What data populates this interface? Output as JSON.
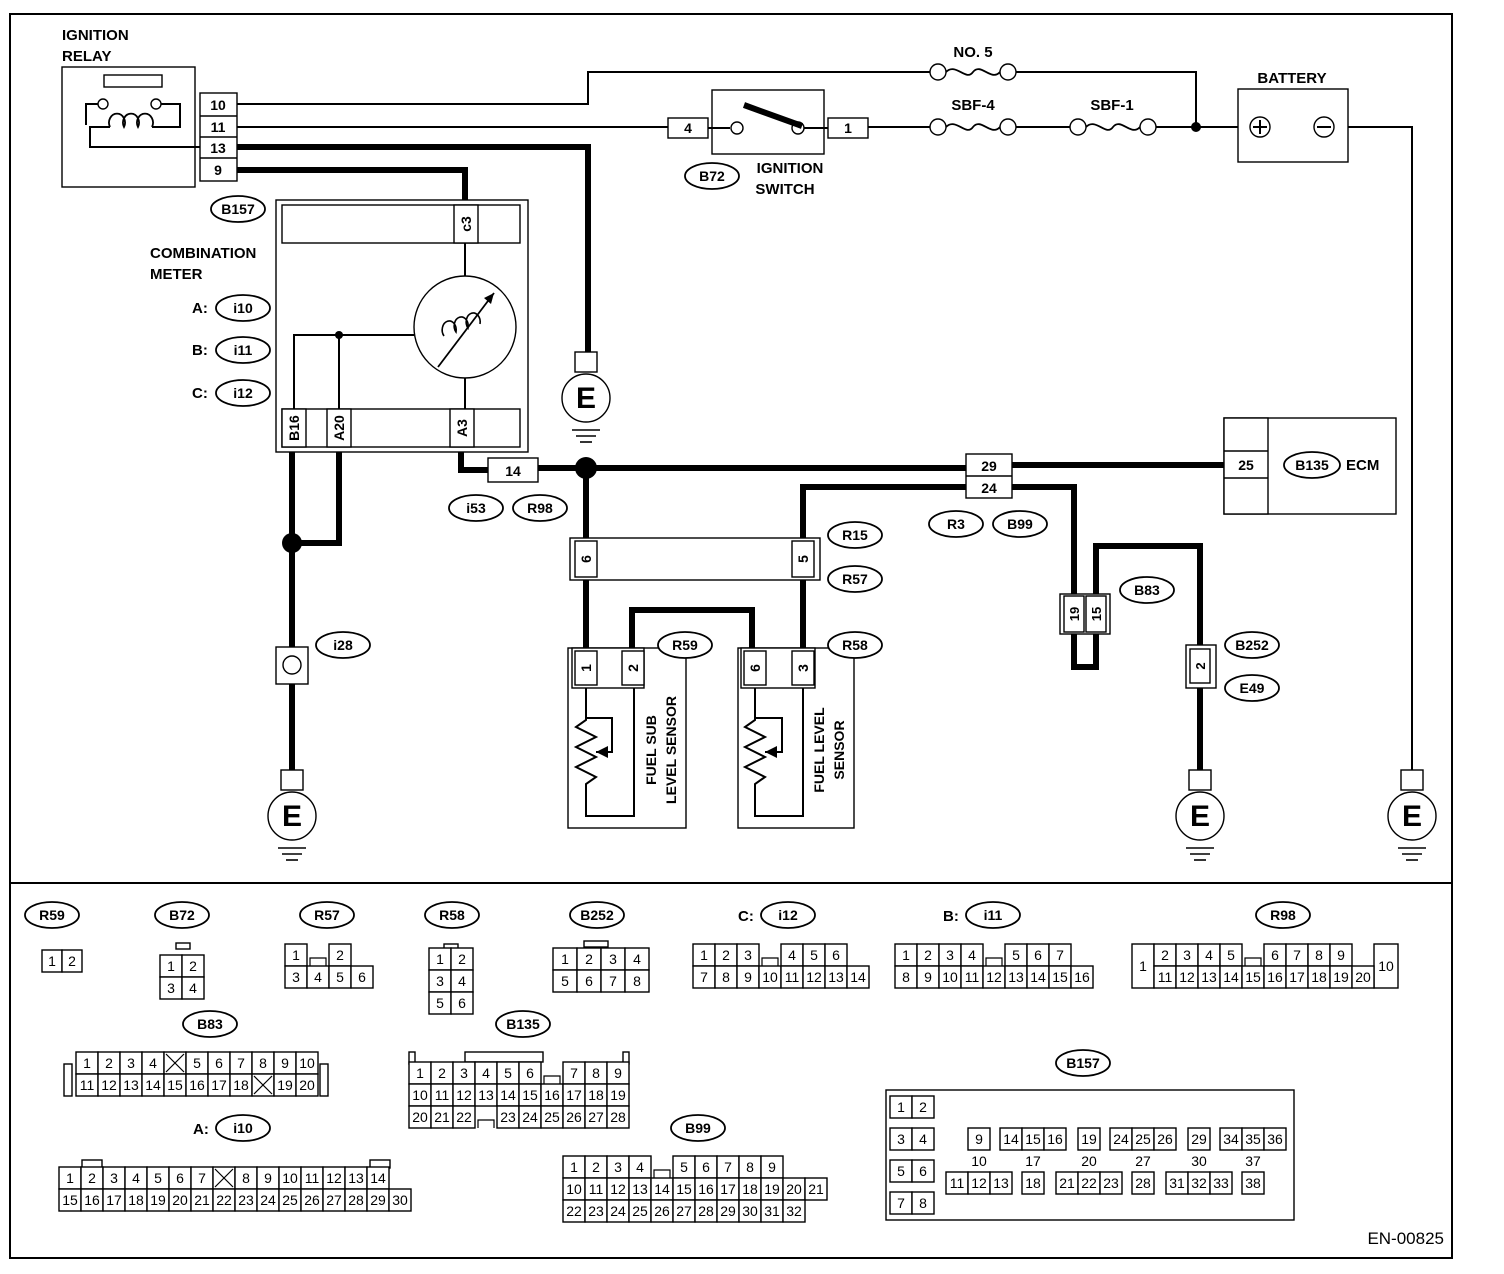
{
  "diagram": {
    "components": {
      "ignition_relay": {
        "line1": "IGNITION",
        "line2": "RELAY",
        "pins": [
          "10",
          "11",
          "13",
          "9"
        ]
      },
      "fuse_no5": "NO. 5",
      "fuse_sbf4": "SBF-4",
      "fuse_sbf1": "SBF-1",
      "battery": "BATTERY",
      "ignition_switch": {
        "line1": "IGNITION",
        "line2": "SWITCH",
        "pin_in": "4",
        "pin_out": "1",
        "connector": "B72"
      },
      "combination_meter": {
        "line1": "COMBINATION",
        "line2": "METER",
        "conn_a": {
          "prefix": "A:",
          "id": "i10"
        },
        "conn_b": {
          "prefix": "B:",
          "id": "i11"
        },
        "conn_c": {
          "prefix": "C:",
          "id": "i12"
        },
        "pins": [
          "c3",
          "B16",
          "A20",
          "A3"
        ]
      },
      "ecm": {
        "label": "ECM",
        "connector": "B135",
        "pin": "25"
      },
      "fuel_sub_level_sensor": {
        "line1": "FUEL SUB",
        "line2": "LEVEL SENSOR",
        "pins": [
          "1",
          "2"
        ],
        "connector": "R59"
      },
      "fuel_level_sensor": {
        "line1": "FUEL LEVEL",
        "line2": "SENSOR",
        "pins": [
          "6",
          "3"
        ],
        "connector": "R58"
      },
      "ground_symbol": "E"
    },
    "connectors": {
      "B157": "B157",
      "i53": "i53",
      "R98": "R98",
      "R98_pin": "14",
      "R3": "R3",
      "B99": "B99",
      "R3_pins": [
        "29",
        "24"
      ],
      "R15": "R15",
      "R57": "R57",
      "R15_pins": [
        "6",
        "5"
      ],
      "B83": "B83",
      "B83_pins": [
        "19",
        "15"
      ],
      "i28": "i28",
      "B252": "B252",
      "E49": "E49",
      "B252_pin": "2"
    },
    "document_code": "EN-00825"
  },
  "connector_faces": {
    "R59": {
      "title": "R59",
      "rows": [
        [
          "1",
          "2"
        ]
      ]
    },
    "B72": {
      "title": "B72",
      "rows": [
        [
          "1",
          "2"
        ],
        [
          "3",
          "4"
        ]
      ]
    },
    "R57": {
      "title": "R57",
      "rows": [
        [
          "1",
          "",
          "2"
        ],
        [
          "3",
          "4",
          "5",
          "6"
        ]
      ]
    },
    "R58": {
      "title": "R58",
      "rows": [
        [
          "1",
          "2"
        ],
        [
          "3",
          "4"
        ],
        [
          "5",
          "6"
        ]
      ]
    },
    "B252": {
      "title": "B252",
      "rows": [
        [
          "1",
          "2",
          "3",
          "4"
        ],
        [
          "5",
          "6",
          "7",
          "8"
        ]
      ]
    },
    "i12": {
      "prefix": "C:",
      "title": "i12",
      "rows": [
        [
          "1",
          "2",
          "3",
          "",
          "4",
          "5",
          "6"
        ],
        [
          "7",
          "8",
          "9",
          "10",
          "11",
          "12",
          "13",
          "14"
        ]
      ]
    },
    "i11": {
      "prefix": "B:",
      "title": "i11",
      "rows": [
        [
          "1",
          "2",
          "3",
          "4",
          "",
          "5",
          "6",
          "7"
        ],
        [
          "8",
          "9",
          "10",
          "11",
          "12",
          "13",
          "14",
          "15",
          "16"
        ]
      ]
    },
    "R98": {
      "title": "R98",
      "side_left": "1",
      "side_right": "10",
      "rows": [
        [
          "2",
          "3",
          "4",
          "5",
          "",
          "6",
          "7",
          "8",
          "9"
        ],
        [
          "11",
          "12",
          "13",
          "14",
          "15",
          "16",
          "17",
          "18",
          "19",
          "20"
        ]
      ]
    },
    "B83": {
      "title": "B83",
      "rows": [
        [
          "1",
          "2",
          "3",
          "4",
          "X",
          "5",
          "6",
          "7",
          "8",
          "9",
          "10"
        ],
        [
          "11",
          "12",
          "13",
          "14",
          "15",
          "16",
          "17",
          "18",
          "X",
          "19",
          "20"
        ]
      ]
    },
    "B135": {
      "title": "B135",
      "rows": [
        [
          "1",
          "2",
          "3",
          "4",
          "5",
          "6",
          "",
          "7",
          "8",
          "9"
        ],
        [
          "10",
          "11",
          "12",
          "13",
          "14",
          "15",
          "16",
          "17",
          "18",
          "19"
        ],
        [
          "20",
          "21",
          "22",
          "",
          "23",
          "24",
          "25",
          "26",
          "27",
          "28"
        ]
      ]
    },
    "i10": {
      "prefix": "A:",
      "title": "i10",
      "rows": [
        [
          "1",
          "2",
          "3",
          "4",
          "5",
          "6",
          "7",
          "X",
          "8",
          "9",
          "10",
          "11",
          "12",
          "13",
          "14"
        ],
        [
          "15",
          "16",
          "17",
          "18",
          "19",
          "20",
          "21",
          "22",
          "23",
          "24",
          "25",
          "26",
          "27",
          "28",
          "29",
          "30"
        ]
      ]
    },
    "B99": {
      "title": "B99",
      "rows": [
        [
          "1",
          "2",
          "3",
          "4",
          "",
          "5",
          "6",
          "7",
          "8",
          "9"
        ],
        [
          "10",
          "11",
          "12",
          "13",
          "14",
          "15",
          "16",
          "17",
          "18",
          "19",
          "20",
          "21"
        ],
        [
          "22",
          "23",
          "24",
          "25",
          "26",
          "27",
          "28",
          "29",
          "30",
          "31",
          "32"
        ]
      ]
    },
    "B157": {
      "title": "B157",
      "cells": [
        "1",
        "2",
        "3",
        "4",
        "5",
        "6",
        "7",
        "8",
        "9",
        "10",
        "11",
        "12",
        "13",
        "14",
        "15",
        "16",
        "17",
        "18",
        "19",
        "20",
        "21",
        "22",
        "23",
        "24",
        "25",
        "26",
        "27",
        "28",
        "29",
        "30",
        "31",
        "32",
        "33",
        "34",
        "35",
        "36",
        "37",
        "38"
      ]
    }
  }
}
